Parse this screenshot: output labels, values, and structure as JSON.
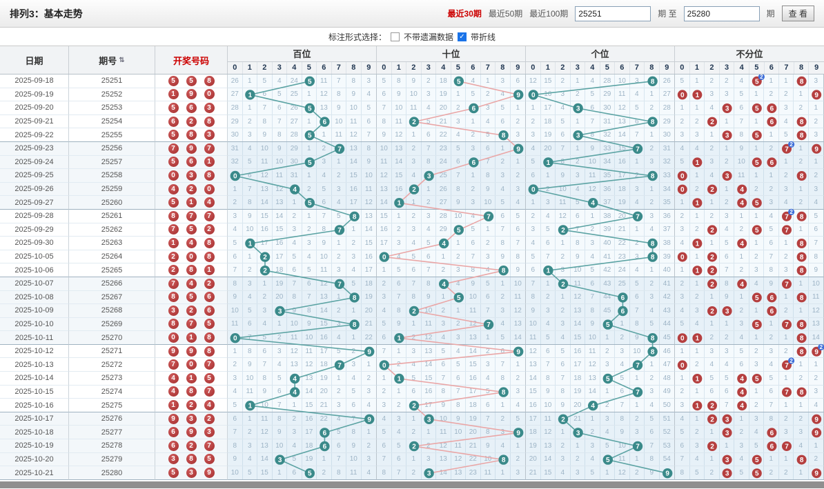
{
  "header": {
    "title": "排列3：基本走势",
    "range_links": [
      {
        "label": "最近30期",
        "active": true
      },
      {
        "label": "最近50期",
        "active": false
      },
      {
        "label": "最近100期",
        "active": false
      }
    ],
    "from_value": "25251",
    "between_label": "期 至",
    "to_value": "25280",
    "after_label": "期",
    "search_button": "查 看"
  },
  "filter": {
    "label": "标注形式选择：",
    "options": [
      {
        "label": "不带遗漏数据",
        "checked": false
      },
      {
        "label": "带折线",
        "checked": true
      }
    ]
  },
  "table": {
    "columns": {
      "date": "日期",
      "issue": "期号",
      "numbers": "开奖号码",
      "sections": [
        "百位",
        "十位",
        "个位",
        "不分位"
      ]
    },
    "sort_icon": "⇅",
    "digits": [
      0,
      1,
      2,
      3,
      4,
      5,
      6,
      7,
      8,
      9
    ]
  },
  "chart_data": {
    "type": "table",
    "description": "Pailie-3 lottery trend chart, issues 25251-25280; balls = [hundreds, tens, units]; grid cells show miss counts computed from initial_miss (row-1 displayed values, drawn digit = 0)",
    "rows": [
      {
        "date": "2025-09-18",
        "issue": "25251",
        "balls": [
          5,
          5,
          8
        ]
      },
      {
        "date": "2025-09-19",
        "issue": "25252",
        "balls": [
          1,
          9,
          0
        ]
      },
      {
        "date": "2025-09-20",
        "issue": "25253",
        "balls": [
          5,
          6,
          3
        ]
      },
      {
        "date": "2025-09-21",
        "issue": "25254",
        "balls": [
          6,
          2,
          8
        ]
      },
      {
        "date": "2025-09-22",
        "issue": "25255",
        "balls": [
          5,
          8,
          3
        ]
      },
      {
        "date": "2025-09-23",
        "issue": "25256",
        "balls": [
          7,
          9,
          7
        ]
      },
      {
        "date": "2025-09-24",
        "issue": "25257",
        "balls": [
          5,
          6,
          1
        ]
      },
      {
        "date": "2025-09-25",
        "issue": "25258",
        "balls": [
          0,
          3,
          8
        ]
      },
      {
        "date": "2025-09-26",
        "issue": "25259",
        "balls": [
          4,
          2,
          0
        ]
      },
      {
        "date": "2025-09-27",
        "issue": "25260",
        "balls": [
          5,
          1,
          4
        ]
      },
      {
        "date": "2025-09-28",
        "issue": "25261",
        "balls": [
          8,
          7,
          7
        ]
      },
      {
        "date": "2025-09-29",
        "issue": "25262",
        "balls": [
          7,
          5,
          2
        ]
      },
      {
        "date": "2025-09-30",
        "issue": "25263",
        "balls": [
          1,
          4,
          8
        ]
      },
      {
        "date": "2025-10-05",
        "issue": "25264",
        "balls": [
          2,
          0,
          8
        ]
      },
      {
        "date": "2025-10-06",
        "issue": "25265",
        "balls": [
          2,
          8,
          1
        ]
      },
      {
        "date": "2025-10-07",
        "issue": "25266",
        "balls": [
          7,
          4,
          2
        ]
      },
      {
        "date": "2025-10-08",
        "issue": "25267",
        "balls": [
          8,
          5,
          6
        ]
      },
      {
        "date": "2025-10-09",
        "issue": "25268",
        "balls": [
          3,
          2,
          6
        ]
      },
      {
        "date": "2025-10-10",
        "issue": "25269",
        "balls": [
          8,
          7,
          5
        ]
      },
      {
        "date": "2025-10-11",
        "issue": "25270",
        "balls": [
          0,
          1,
          8
        ]
      },
      {
        "date": "2025-10-12",
        "issue": "25271",
        "balls": [
          9,
          9,
          8
        ]
      },
      {
        "date": "2025-10-13",
        "issue": "25272",
        "balls": [
          7,
          0,
          7
        ]
      },
      {
        "date": "2025-10-14",
        "issue": "25273",
        "balls": [
          4,
          1,
          5
        ]
      },
      {
        "date": "2025-10-15",
        "issue": "25274",
        "balls": [
          4,
          8,
          7
        ]
      },
      {
        "date": "2025-10-16",
        "issue": "25275",
        "balls": [
          1,
          2,
          4
        ]
      },
      {
        "date": "2025-10-17",
        "issue": "25276",
        "balls": [
          9,
          3,
          2
        ]
      },
      {
        "date": "2025-10-18",
        "issue": "25277",
        "balls": [
          6,
          9,
          3
        ]
      },
      {
        "date": "2025-10-19",
        "issue": "25278",
        "balls": [
          6,
          2,
          7
        ]
      },
      {
        "date": "2025-10-20",
        "issue": "25279",
        "balls": [
          3,
          8,
          5
        ]
      },
      {
        "date": "2025-10-21",
        "issue": "25280",
        "balls": [
          5,
          3,
          9
        ]
      }
    ],
    "initial_miss": {
      "bai": [
        26,
        1,
        5,
        4,
        24,
        0,
        11,
        7,
        8,
        3
      ],
      "shi": [
        5,
        8,
        9,
        2,
        18,
        0,
        4,
        1,
        3,
        6
      ],
      "ge": [
        12,
        15,
        2,
        1,
        4,
        28,
        10,
        3,
        0,
        26
      ],
      "all": [
        5,
        1,
        2,
        2,
        4,
        0,
        1,
        1,
        0,
        3
      ]
    },
    "colors": {
      "ball": "#b53f3f",
      "trend": "#3a8a8a",
      "line_bai": "#5ba3a3",
      "line_shi": "#eaa6a6",
      "line_ge": "#5ba3a3",
      "badge": "#3e6fd9",
      "miss_text": "#9db4c6",
      "active_range": "#cc0000"
    }
  }
}
